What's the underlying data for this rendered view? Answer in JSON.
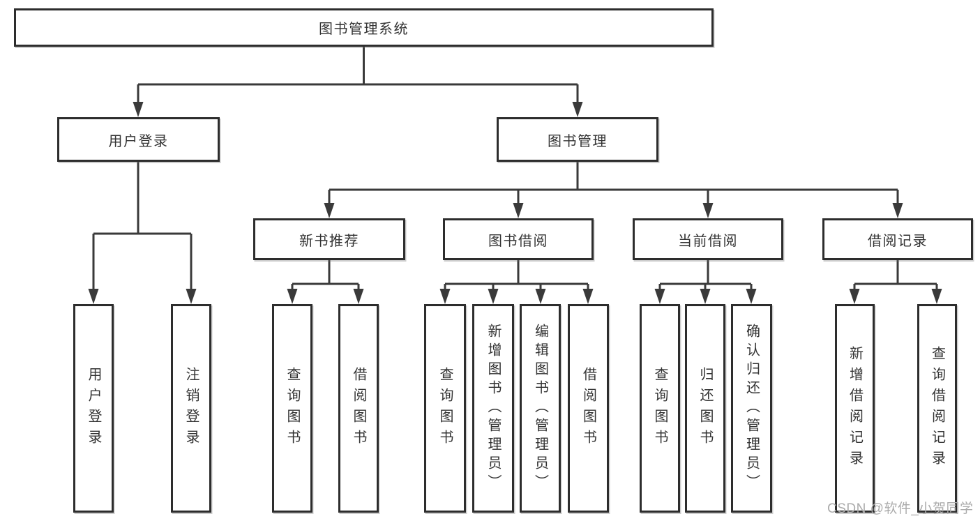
{
  "diagram": {
    "root_label": "图书管理系统",
    "branches": [
      {
        "label": "用户登录",
        "leaves": [
          {
            "label": "用户登录"
          },
          {
            "label": "注销登录"
          }
        ]
      },
      {
        "label": "图书管理",
        "groups": [
          {
            "label": "新书推荐",
            "leaves": [
              {
                "label": "查询图书"
              },
              {
                "label": "借阅图书"
              }
            ]
          },
          {
            "label": "图书借阅",
            "leaves": [
              {
                "label": "查询图书"
              },
              {
                "label": "新增图书（管理员）"
              },
              {
                "label": "编辑图书（管理员）"
              },
              {
                "label": "借阅图书"
              }
            ]
          },
          {
            "label": "当前借阅",
            "leaves": [
              {
                "label": "查询图书"
              },
              {
                "label": "归还图书"
              },
              {
                "label": "确认归还（管理员）"
              }
            ]
          },
          {
            "label": "借阅记录",
            "leaves": [
              {
                "label": "新增借阅记录"
              },
              {
                "label": "查询借阅记录"
              }
            ]
          }
        ]
      }
    ]
  },
  "watermark": {
    "text": "CSDN @软件_小贺同学"
  },
  "colors": {
    "line": "#3a3a3a",
    "box_border": "#2d2d2d",
    "text": "#333333",
    "watermark": "#ababab",
    "background": "#ffffff"
  }
}
